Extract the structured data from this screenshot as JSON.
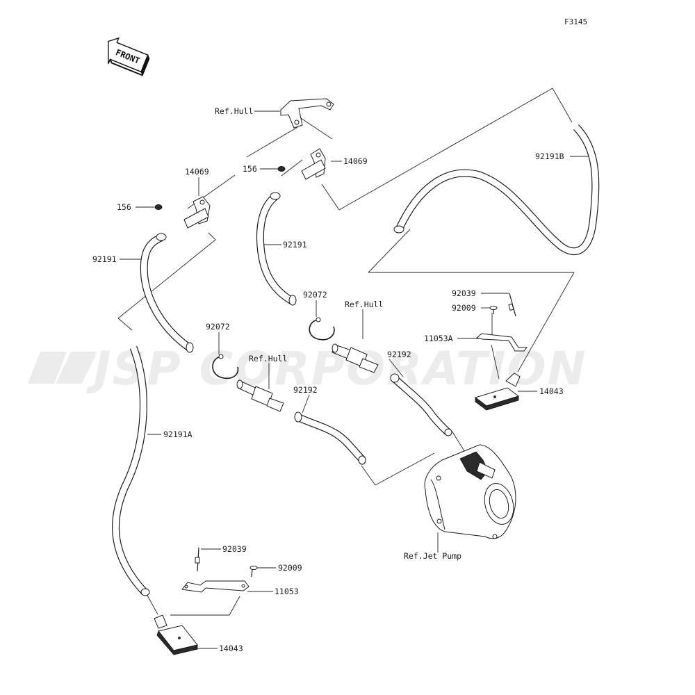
{
  "diagram": {
    "code": "F3145",
    "front_label": "FRONT",
    "watermark": "JSP CORPORATION",
    "labels": {
      "ref_hull_top": "Ref.Hull",
      "part_156_left": "156",
      "part_14069_left": "14069",
      "part_156_right": "156",
      "part_14069_right": "14069",
      "part_92191_left": "92191",
      "part_92191_mid": "92191",
      "part_92191B": "92191B",
      "part_92072_left": "92072",
      "part_92072_right": "92072",
      "ref_hull_mid": "Ref.Hull",
      "ref_hull_right": "Ref.Hull",
      "part_92192_mid": "92192",
      "part_92192_right": "92192",
      "part_92191A": "92191A",
      "part_92039_right": "92039",
      "part_92009_right": "92009",
      "part_11053A": "11053A",
      "part_14043_right": "14043",
      "ref_jet_pump": "Ref.Jet Pump",
      "part_92039_bottom": "92039",
      "part_92009_bottom": "92009",
      "part_11053": "11053",
      "part_14043_bottom": "14043"
    }
  }
}
